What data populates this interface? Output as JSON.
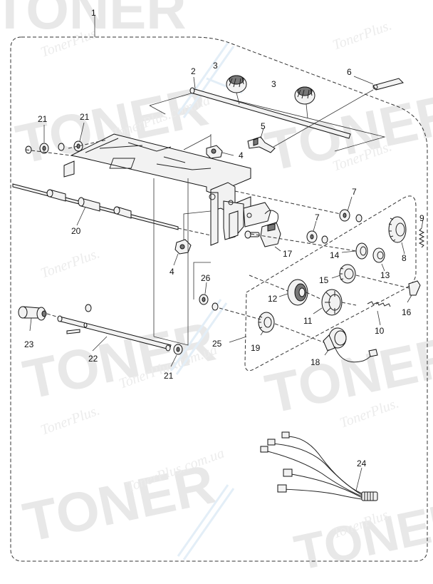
{
  "watermark": {
    "brand": "TONER",
    "site": "TonerPlus.com.ua",
    "site_short": "TonerPlus."
  },
  "callouts": {
    "c1": "1",
    "c2": "2",
    "c3a": "3",
    "c3b": "3",
    "c4a": "4",
    "c4b": "4",
    "c5": "5",
    "c6": "6",
    "c7a": "7",
    "c7b": "7",
    "c8": "8",
    "c9": "9",
    "c10": "10",
    "c11": "11",
    "c12": "12",
    "c13": "13",
    "c14": "14",
    "c15": "15",
    "c16": "16",
    "c17": "17",
    "c18": "18",
    "c19": "19",
    "c20": "20",
    "c21a": "21",
    "c21b": "21",
    "c21c": "21",
    "c22": "22",
    "c23": "23",
    "c24": "24",
    "c25": "25",
    "c26": "26"
  },
  "colors": {
    "line": "#222222",
    "watermark": "#e8e8e8",
    "background": "#ffffff"
  }
}
